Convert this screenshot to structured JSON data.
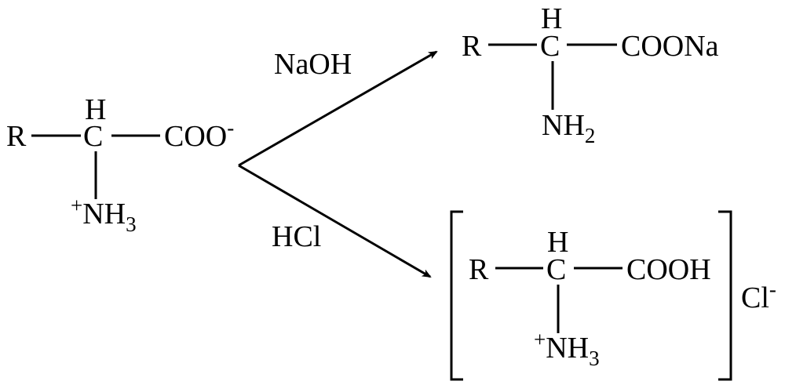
{
  "colors": {
    "ink": "#000000",
    "background": "#ffffff"
  },
  "reactant": {
    "r": "R",
    "c": "C",
    "h": "H",
    "group": "COO",
    "group_charge": "-",
    "amine_charge": "+",
    "amine": "NH",
    "amine_sub": "3"
  },
  "reagents": {
    "top": "NaOH",
    "bottom": "HCl"
  },
  "product_base": {
    "r": "R",
    "c": "C",
    "h": "H",
    "group": "COONa",
    "amine": "NH",
    "amine_sub": "2"
  },
  "product_acid": {
    "r": "R",
    "c": "C",
    "h": "H",
    "group": "COOH",
    "amine_charge": "+",
    "amine": "NH",
    "amine_sub": "3",
    "counter_ion": "Cl",
    "counter_charge": "-"
  }
}
